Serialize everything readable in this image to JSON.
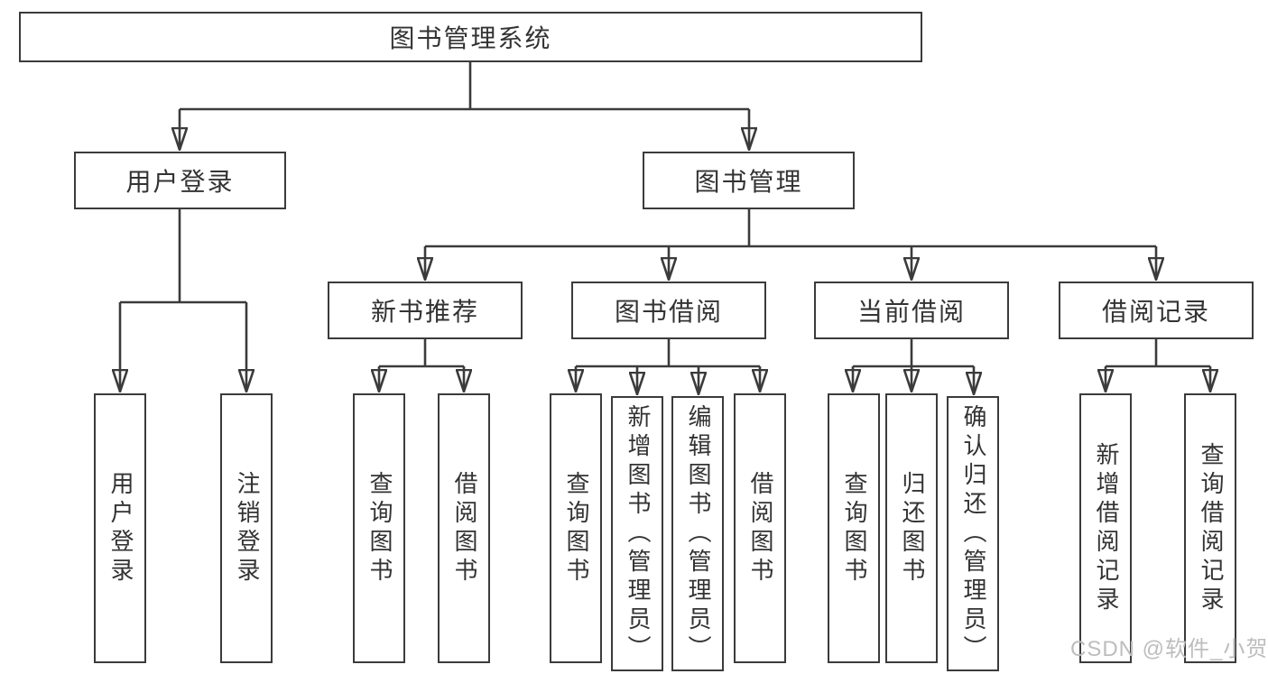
{
  "diagram": {
    "root": {
      "label": "图书管理系统"
    },
    "level1": [
      {
        "label": "用户登录"
      },
      {
        "label": "图书管理"
      }
    ],
    "level2": [
      {
        "label": "新书推荐",
        "parent": "图书管理"
      },
      {
        "label": "图书借阅",
        "parent": "图书管理"
      },
      {
        "label": "当前借阅",
        "parent": "图书管理"
      },
      {
        "label": "借阅记录",
        "parent": "图书管理"
      }
    ],
    "level3": [
      {
        "label": "用户登录",
        "parent": "用户登录"
      },
      {
        "label": "注销登录",
        "parent": "用户登录"
      },
      {
        "label": "查询图书",
        "parent": "新书推荐"
      },
      {
        "label": "借阅图书",
        "parent": "新书推荐"
      },
      {
        "label": "查询图书",
        "parent": "图书借阅"
      },
      {
        "label": "新增图书（管理员）",
        "parent": "图书借阅"
      },
      {
        "label": "编辑图书（管理员）",
        "parent": "图书借阅"
      },
      {
        "label": "借阅图书",
        "parent": "图书借阅"
      },
      {
        "label": "查询图书",
        "parent": "当前借阅"
      },
      {
        "label": "归还图书",
        "parent": "当前借阅"
      },
      {
        "label": "确认归还（管理员）",
        "parent": "当前借阅"
      },
      {
        "label": "新增借阅记录",
        "parent": "借阅记录"
      },
      {
        "label": "查询借阅记录",
        "parent": "借阅记录"
      }
    ]
  },
  "watermark": "CSDN @软件_小贺同学",
  "colors": {
    "line": "#3b3b3b",
    "text": "#333333",
    "watermark": "#bdbdbd",
    "background": "#ffffff"
  }
}
